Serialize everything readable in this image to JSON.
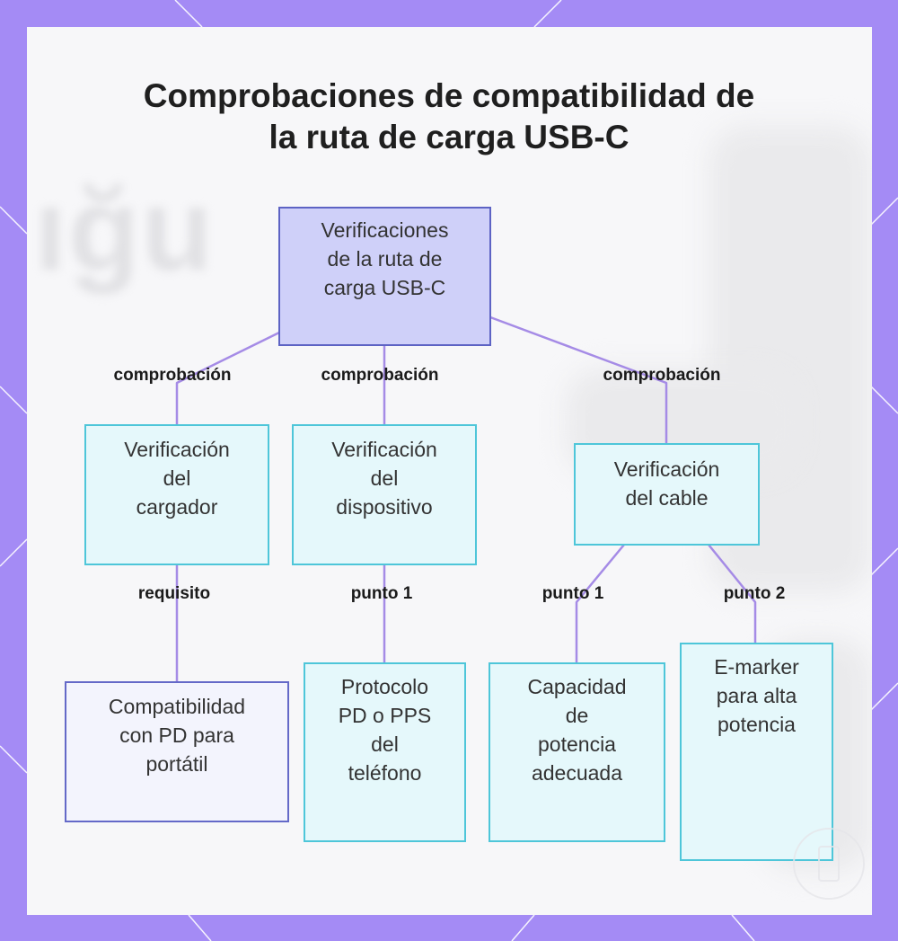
{
  "title": {
    "line1": "Comprobaciones de compatibilidad de",
    "line2": "la ruta de carga USB-C"
  },
  "background_watermark": "ığu",
  "nodes": {
    "root": [
      "Verificaciones",
      "de la ruta de",
      "carga USB-C"
    ],
    "charger": [
      "Verificación",
      "del",
      "cargador"
    ],
    "device": [
      "Verificación",
      "del",
      "dispositivo"
    ],
    "cable": [
      "Verificación",
      "del cable"
    ],
    "laptop_pd": [
      "Compatibilidad",
      "con PD para",
      "portátil"
    ],
    "phone_protocol": [
      "Protocolo",
      "PD o PPS",
      "del",
      "teléfono"
    ],
    "power_capacity": [
      "Capacidad",
      "de",
      "potencia",
      "adecuada"
    ],
    "emarker": [
      "E-marker",
      "para alta",
      "potencia"
    ]
  },
  "edge_labels": {
    "root_charger": "comprobación",
    "root_device": "comprobación",
    "root_cable": "comprobación",
    "charger_laptop": "requisito",
    "device_phone": "punto 1",
    "cable_capacity": "punto 1",
    "cable_emarker": "punto 2"
  },
  "colors": {
    "frame": "#a48bf5",
    "card": "#f7f7f9",
    "connector": "#a58be6",
    "root_fill": "#cfd0f9",
    "root_border": "#5d63c4",
    "teal_fill": "#e5f8fb",
    "teal_border": "#4ec6d9",
    "leaf_fill": "#f3f4fd",
    "leaf_border": "#6469c8"
  }
}
